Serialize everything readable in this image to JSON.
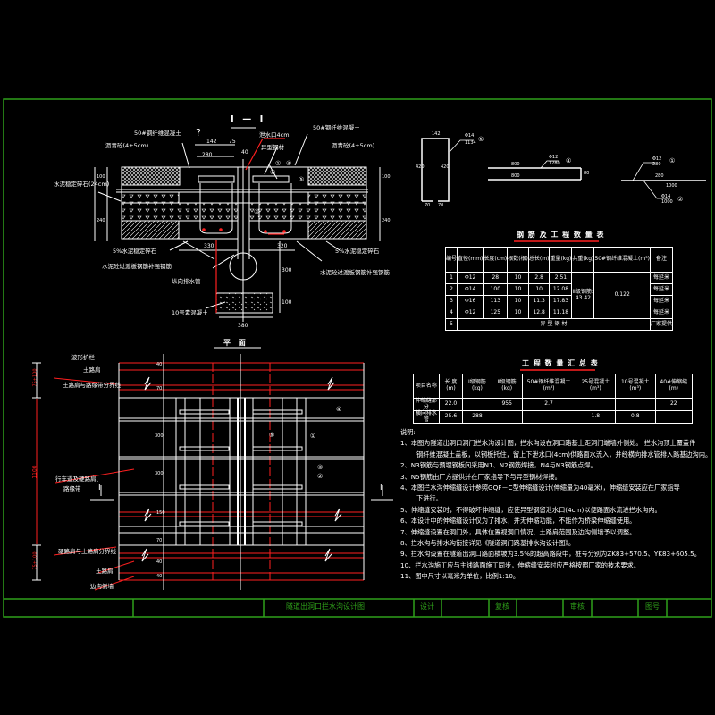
{
  "section": {
    "title": "I — I",
    "mark": "?",
    "labels": {
      "fiber_concrete_left": "50#钢纤维混凝土",
      "fiber_concrete_right": "50#钢纤维混凝土",
      "asphalt_left": "沥青砼(4+5cm)",
      "asphalt_right": "沥青砼(4+5cm)",
      "base_left": "水泥稳定碎石(24cm)",
      "drain_opening": "泄水口4cm",
      "profile_steel": "异型钢材",
      "cement_gravel_left": "5%水泥稳定碎石",
      "cement_gravel_right": "5%水泥稳定碎石",
      "slab_rebar_left": "水泥砼过渡板钢筋补强钢筋",
      "slab_rebar_right": "水泥砼过渡板钢筋补强钢筋",
      "drain_pipe": "纵向排水管",
      "plain_concrete": "10号素混凝土"
    },
    "dims": {
      "d142": "142",
      "d75": "75",
      "d280": "280",
      "d40": "40",
      "d330": "330",
      "d320": "320",
      "d300": "300",
      "d100": "100",
      "d380": "380",
      "l100": "100",
      "l240": "240",
      "r100": "100",
      "r240": "240"
    },
    "bubbles": [
      "①",
      "②",
      "③",
      "④",
      "⑤"
    ]
  },
  "rebar_details": {
    "n5": {
      "spec": "Φ14",
      "length": "1134",
      "bubble": "⑤",
      "top": "142",
      "side_left": "420",
      "side_right": "420",
      "bottom_left": "70",
      "bottom_right": "70"
    },
    "n4": {
      "spec": "Φ12",
      "length": "1280",
      "bubble": "④",
      "top": "800",
      "bottom": "800",
      "end": "80"
    },
    "n1": {
      "spec": "Φ12",
      "length": "280",
      "bubble": "①",
      "dim": "280"
    },
    "n2": {
      "spec": "Φ14",
      "length": "1000",
      "bubble": "②",
      "dim": "1000"
    }
  },
  "rebar_table": {
    "title": "钢 筋 及 工 程 数 量 表",
    "headers": [
      "编号",
      "直径(mm)",
      "长度(cm)",
      "根数(根)",
      "总长(m)",
      "重量(kg)",
      "共重(kg)",
      "50#钢纤维混凝土(m³)",
      "备注"
    ],
    "rows": [
      {
        "no": "1",
        "dia": "Φ12",
        "len": "28",
        "count": "10",
        "total": "2.8",
        "weight": "2.51",
        "remark": "每延米"
      },
      {
        "no": "2",
        "dia": "Φ14",
        "len": "100",
        "count": "10",
        "total": "10",
        "weight": "12.08",
        "remark": "每延米"
      },
      {
        "no": "3",
        "dia": "Φ16",
        "len": "113",
        "count": "10",
        "total": "11.3",
        "weight": "17.83",
        "remark": "每延米"
      },
      {
        "no": "4",
        "dia": "Φ12",
        "len": "125",
        "count": "10",
        "total": "12.8",
        "weight": "11.18",
        "remark": "每延米"
      }
    ],
    "grade_label": "Ⅱ级钢筋:",
    "total_weight": "43.42",
    "concrete": "0.122",
    "row5": {
      "no": "5",
      "desc": "异 型 钢 材",
      "remark": "厂家提供"
    }
  },
  "summary_table": {
    "title": "工 程 数 量 汇 总 表",
    "headers": [
      "项目名称",
      "长 度 (m)",
      "Ⅰ级钢筋 (kg)",
      "Ⅱ级钢筋 (kg)",
      "50#钢纤维混凝土 (m³)",
      "25号混凝土 (m³)",
      "10号混凝土 (m³)",
      "40#伸缩缝 (m)"
    ],
    "rows": [
      [
        "伸缩缝部分",
        "22.0",
        "",
        "955",
        "2.7",
        "",
        "",
        "22"
      ],
      [
        "横向排水管",
        "25.6",
        "288",
        "",
        "",
        "1.8",
        "0.8",
        ""
      ]
    ]
  },
  "plan": {
    "title": "平 面",
    "labels": {
      "guardrail": "波形护栏",
      "soil_shoulder_top": "土路肩",
      "boundary_top": "土路肩与路缘带分界线",
      "carriageway": "行车道及硬路肩、",
      "carriageway2": "路缘带",
      "boundary_bottom": "硬路肩与土路肩分界线",
      "soil_shoulder_bottom": "土路肩",
      "ditch_wall": "边沟侧墙"
    },
    "dims": {
      "top": "75+100",
      "mid": "1100",
      "bottom": "75+100",
      "d1": "40",
      "d2": "70",
      "d3": "300",
      "d4": "300",
      "d5": "150",
      "d6": "70",
      "d7": "40",
      "d8": "40"
    },
    "section_mark": "I",
    "bubbles": [
      "④",
      "⑤",
      "①",
      "③",
      "②"
    ]
  },
  "notes": {
    "heading": "说明:",
    "items": [
      "1、本图为隧道出洞口洞门拦水沟设计图，拦水沟设在洞口路基上距洞门端墙外侧处。  拦水沟顶上覆盖件",
      "钢纤维混凝土盖板，以钢板托住，留上下泄水口(4cm)供路面水流入，并经横向排水管排入路基边沟内。",
      "2、N3钢筋与预埋钢板间采用N1、N2钢筋焊接，N4与N3钢筋点焊。",
      "3、N5钢筋由厂方提供并在厂家指导下与异型钢材焊接。",
      "4、本图拦水沟伸缩缝设计参照GQF－C型伸缩缝设计(伸缩量为40毫米)，伸缩缝安装应在厂家指导",
      "下进行。",
      "5、伸缩缝安装时，不得破坏伸缩缝，应使异型钢留泄水口(4cm)以便路面水流进拦水沟内。",
      "6、本设计中的伸缩缝设计仅为了排水，并无伸缩功能，不能作为桥梁伸缩缝使用。",
      "7、伸缩缝设置在洞门外，具体位置视洞口情况、土路肩范围及边沟侧墙予以调整。",
      "8、拦水沟与排水沟衔接详见《隧道洞门路基排水沟设计图》。",
      "9、拦水沟设置在隧道出洞口路面横坡为3.5%的超高路段中，桩号分别为ZK83+570.5、YK83+605.5。",
      "10、拦水沟施工应与主线路面施工同步，伸缩缝安装时应严格按照厂家的技术要求。",
      "11、图中尺寸以毫米为单位，比例1:10。"
    ]
  },
  "title_block": {
    "drawing_title": "隧道出洞口拦水沟设计图",
    "design": "设计",
    "check": "复核",
    "review": "审核",
    "drawing_no": "图号"
  },
  "colors": {
    "background": "#000000",
    "frame": "#2fa01a",
    "line": "#ffffff",
    "accent": "#ff2020"
  }
}
